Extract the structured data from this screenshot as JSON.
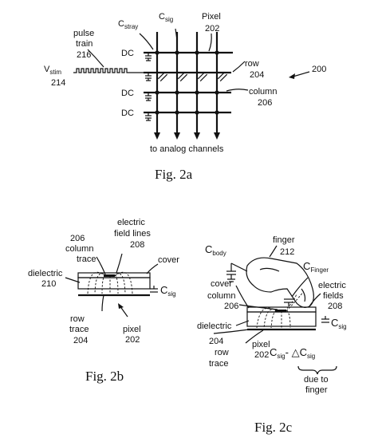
{
  "fig2a": {
    "caption": "Fig. 2a",
    "c_stray": "C",
    "c_stray_sub": "stray",
    "c_sig": "C",
    "c_sig_sub": "sig",
    "pixel_label": "Pixel",
    "pixel_num": "202",
    "pulse_line1": "pulse",
    "pulse_line2": "train",
    "pulse_num": "216",
    "vstim": "V",
    "vstim_sub": "stim",
    "vstim_num": "214",
    "dc_labels": [
      "DC",
      "DC",
      "DC"
    ],
    "row_label": "row",
    "row_num": "204",
    "column_label": "column",
    "column_num": "206",
    "ref_200": "200",
    "analog": "to analog channels"
  },
  "fig2b": {
    "caption": "Fig. 2b",
    "col_num": "206",
    "col_line1": "column",
    "col_line2": "trace",
    "ef_line1": "electric",
    "ef_line2": "field lines",
    "ef_num": "208",
    "cover": "cover",
    "dielectric": "dielectric",
    "dielectric_num": "210",
    "csig": "C",
    "csig_sub": "sig",
    "row_line1": "row",
    "row_line2": "trace",
    "row_num": "204",
    "pixel": "pixel",
    "pixel_num": "202"
  },
  "fig2c": {
    "caption": "Fig. 2c",
    "cbody": "C",
    "cbody_sub": "body",
    "finger": "finger",
    "finger_num": "212",
    "cfinger": "C",
    "cfinger_sub": "Finger",
    "cover": "cover",
    "column": "column",
    "column_num": "206",
    "ef_line1": "electric",
    "ef_line2": "fields",
    "ef_num": "208",
    "dielectric": "dielectric",
    "csig": "C",
    "csig_sub": "sig",
    "row_num": "204",
    "row_line1": "row",
    "row_line2": "trace",
    "pixel": "pixel",
    "pixel_num": "202",
    "delta_a": "C",
    "delta_a_sub": "sig",
    "delta_mid": "- △C",
    "delta_b_sub": "sig",
    "due1": "due to",
    "due2": "finger"
  }
}
